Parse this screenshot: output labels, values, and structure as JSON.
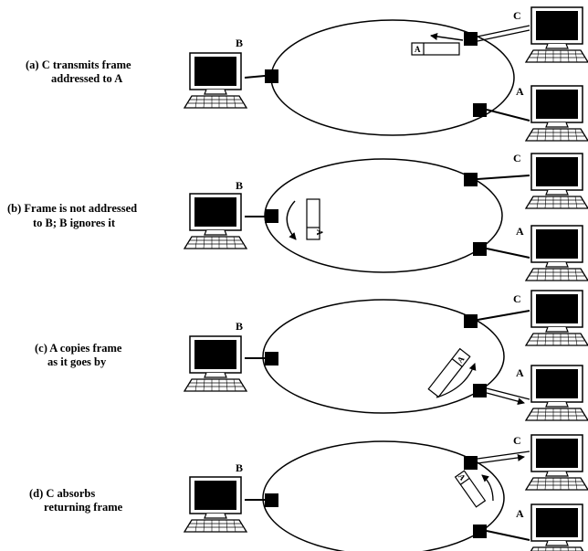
{
  "panels": [
    {
      "id": "a",
      "caption_line1": "(a) C transmits frame",
      "caption_line2": "addressed to A",
      "stations": {
        "b": "B",
        "c": "C",
        "a": "A"
      },
      "frame_label": "A"
    },
    {
      "id": "b",
      "caption_line1": "(b) Frame is not addressed",
      "caption_line2": "to B; B ignores it",
      "stations": {
        "b": "B",
        "c": "C",
        "a": "A"
      },
      "frame_label": "A"
    },
    {
      "id": "c",
      "caption_line1": "(c) A copies frame",
      "caption_line2": "as it goes by",
      "stations": {
        "b": "B",
        "c": "C",
        "a": "A"
      },
      "frame_label": "A"
    },
    {
      "id": "d",
      "caption_line1": "(d) C absorbs",
      "caption_line2": "returning frame",
      "stations": {
        "b": "B",
        "c": "C",
        "a": "A"
      },
      "frame_label": "A"
    }
  ],
  "icons": [
    "computer-icon",
    "ring-tap-icon",
    "arrow-icon"
  ]
}
